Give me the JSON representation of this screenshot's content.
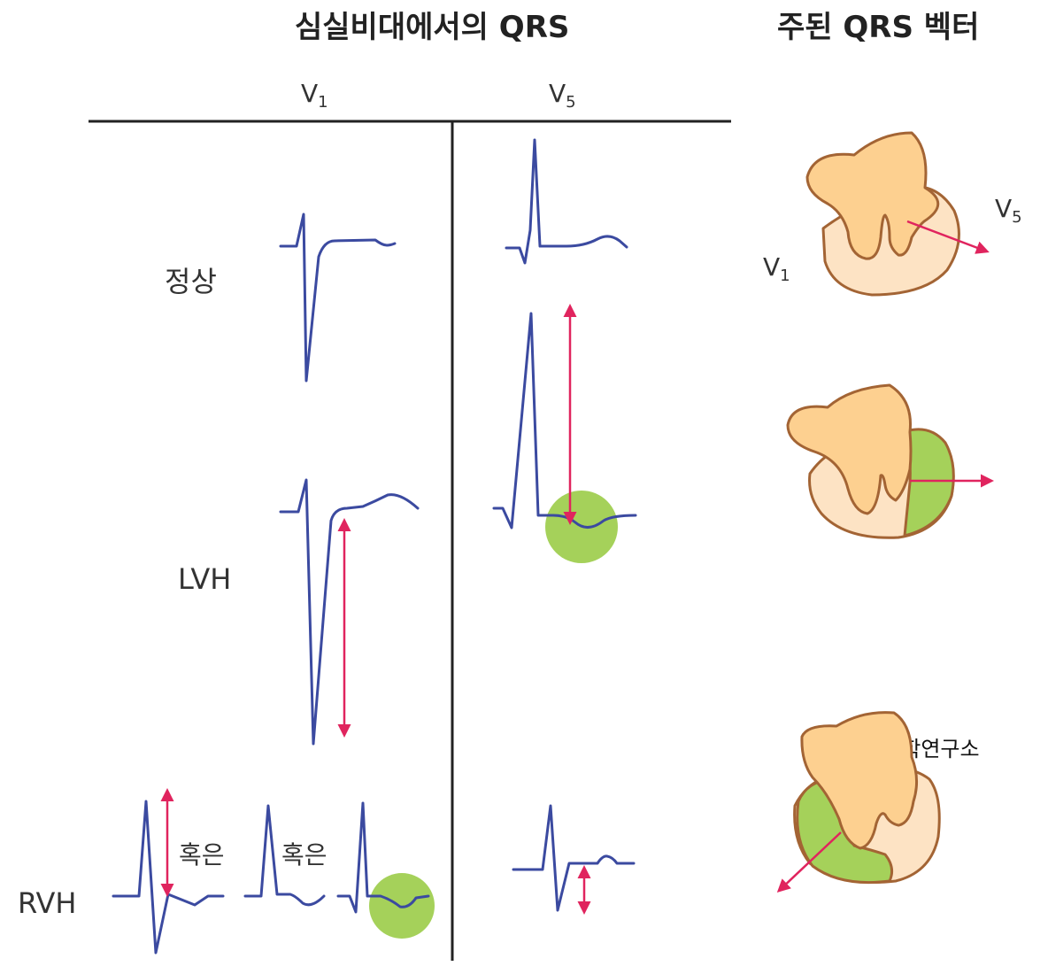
{
  "titles": {
    "qrs_in_hypertrophy": "심실비대에서의 QRS",
    "main_qrs_vector": "주된 QRS 벡터"
  },
  "columns": {
    "v1": {
      "letter": "V",
      "sub": "1"
    },
    "v5": {
      "letter": "V",
      "sub": "5"
    }
  },
  "rows": {
    "normal": "정상",
    "lvh": "LVH",
    "rvh": "RVH"
  },
  "or_text": "혹은",
  "heart_leads": {
    "v1": {
      "letter": "V",
      "sub": "1"
    },
    "v5": {
      "letter": "V",
      "sub": "5"
    }
  },
  "credit": "©바른의학연구소",
  "colors": {
    "trace": "#3b4aa0",
    "arrow": "#e0245e",
    "hypertrophy": "#a5d15a",
    "heart_base": "#fde3c4",
    "heart_atria": "#fdd090",
    "outline": "#a36434"
  }
}
